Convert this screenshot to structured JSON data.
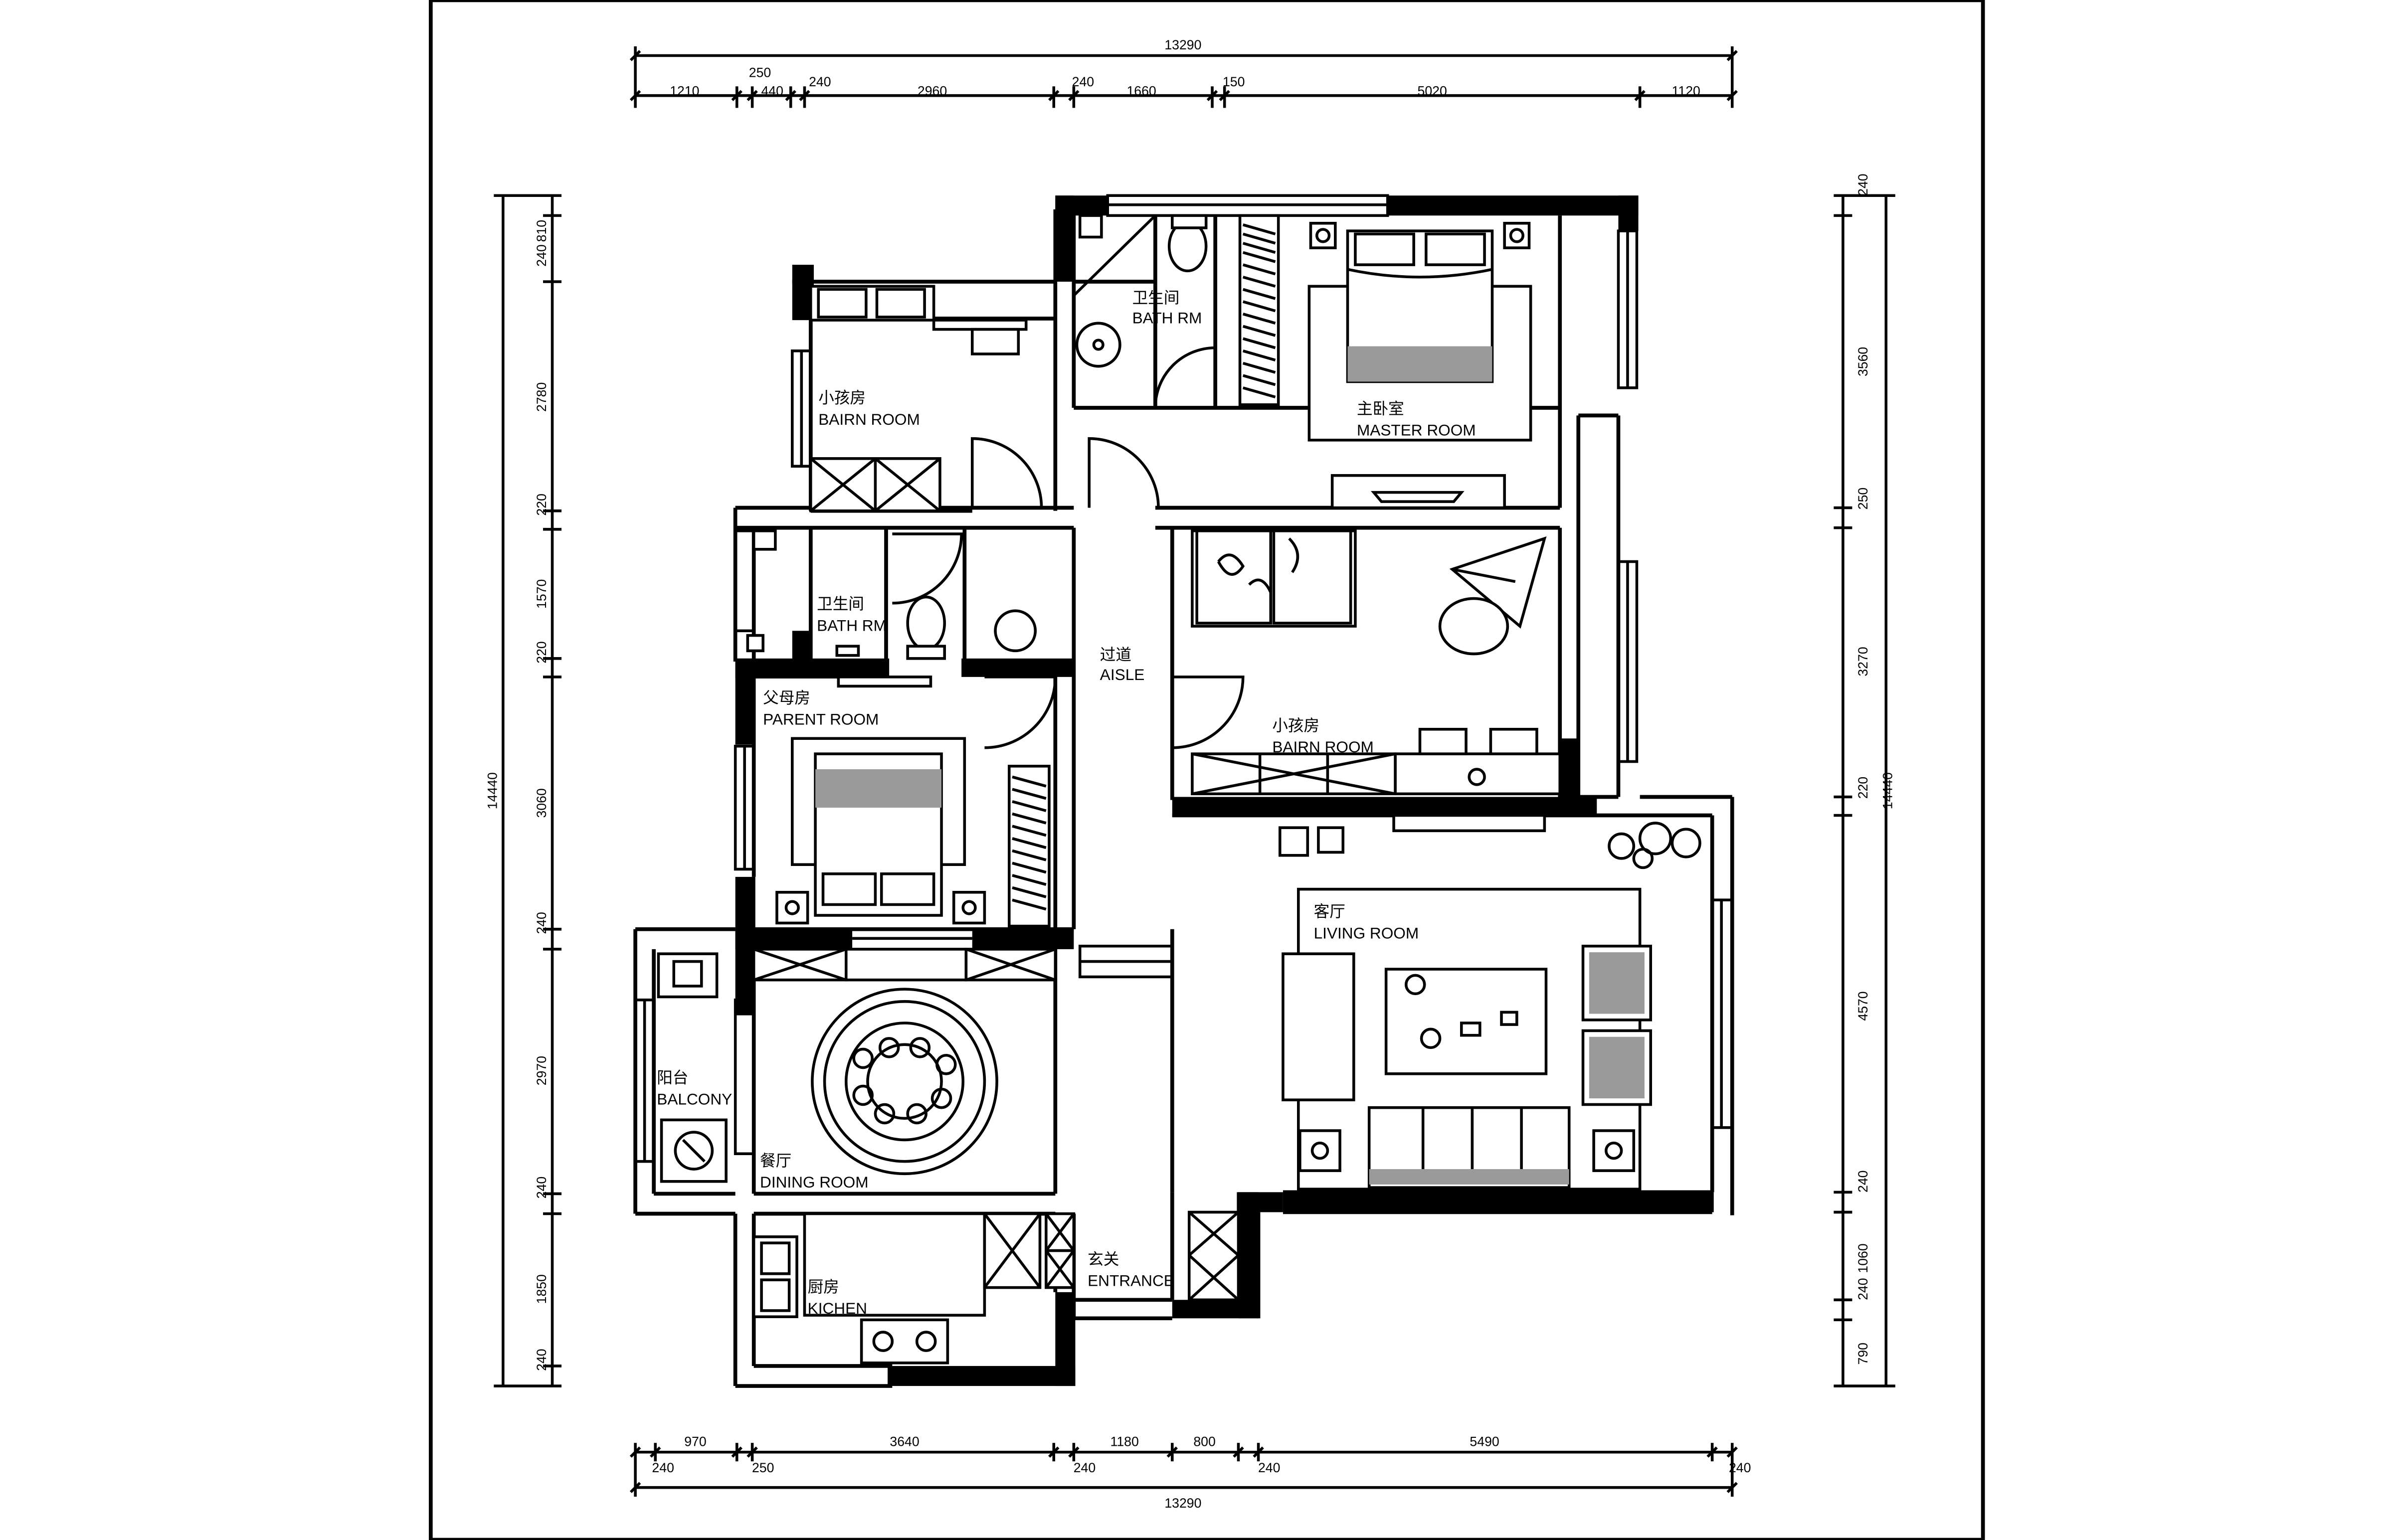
{
  "rooms": {
    "bath_top": {
      "zh": "卫生间",
      "en": "BATH RM"
    },
    "bairn_top": {
      "zh": "小孩房",
      "en": "BAIRN ROOM"
    },
    "master": {
      "zh": "主卧室",
      "en": "MASTER ROOM"
    },
    "bath_mid": {
      "zh": "卫生间",
      "en": "BATH RM"
    },
    "aisle": {
      "zh": "过道",
      "en": "AISLE"
    },
    "parent": {
      "zh": "父母房",
      "en": "PARENT ROOM"
    },
    "bairn_mid": {
      "zh": "小孩房",
      "en": "BAIRN ROOM"
    },
    "living": {
      "zh": "客厅",
      "en": "LIVING ROOM"
    },
    "balcony": {
      "zh": "阳台",
      "en": "BALCONY"
    },
    "dining": {
      "zh": "餐厅",
      "en": "DINING ROOM"
    },
    "kitchen": {
      "zh": "厨房",
      "en": "KICHEN"
    },
    "entrance": {
      "zh": "玄关",
      "en": "ENTRANCE"
    }
  },
  "dimensions": {
    "top_total": "13290",
    "top_small": [
      "250",
      "240",
      "240",
      "150"
    ],
    "top_main": [
      "1210",
      "440",
      "2960",
      "1660",
      "5020",
      "1120"
    ],
    "bottom_small": [
      "240",
      "250",
      "240",
      "240",
      "240"
    ],
    "bottom_main": [
      "970",
      "3640",
      "1180",
      "800",
      "5490"
    ],
    "bottom_total": "13290",
    "left_outer": "14440",
    "left_inner": [
      "240",
      "810",
      "2780",
      "220",
      "1570",
      "220",
      "3060",
      "240",
      "2970",
      "240",
      "1850",
      "240"
    ],
    "right_inner": [
      "240",
      "3560",
      "250",
      "3270",
      "220",
      "4570",
      "240",
      "1060",
      "240",
      "790"
    ],
    "right_outer": "14440"
  }
}
